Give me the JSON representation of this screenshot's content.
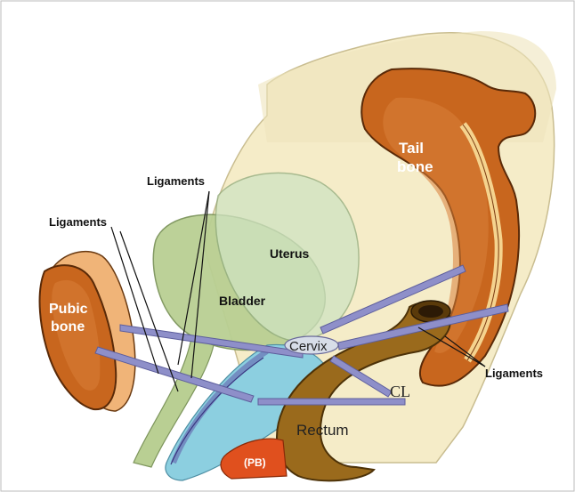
{
  "labels": {
    "tail_bone": [
      "Tail",
      "bone"
    ],
    "pubic_bone": [
      "Pubic",
      "bone"
    ],
    "ligaments_top": "Ligaments",
    "ligaments_left": "Ligaments",
    "ligaments_right": "Ligaments",
    "uterus": "Uterus",
    "bladder": "Bladder",
    "cervix": "Cervix",
    "cl": "CL",
    "rectum": "Rectum",
    "pb": "(PB)"
  },
  "colors": {
    "pelvis_fill": "#f5ecc8",
    "bone_orange": "#c8661e",
    "bone_light": "#f0b478",
    "bladder": "#b9cf93",
    "uterus": "#cfe3c2",
    "vagina_blue": "#8ccfe0",
    "rectum_brown": "#9a6a1c",
    "ligament_purple": "#8e8fc9",
    "pb_red": "#e0501e"
  }
}
